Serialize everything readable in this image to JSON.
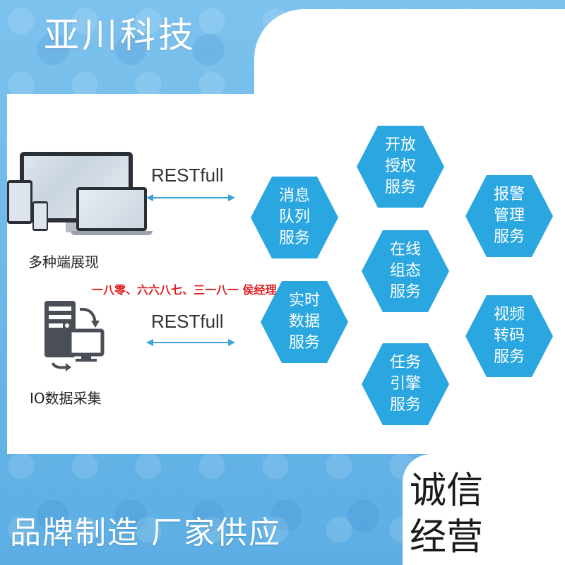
{
  "brand": {
    "name": "亚川科技"
  },
  "left": {
    "devices_label": "多种端展现",
    "io_label": "IO数据采集",
    "rest_top": "RESTfull",
    "rest_bottom": "RESTfull"
  },
  "contact": "一八零、六六八七、三一八一 侯经理",
  "services": [
    {
      "name": "open-auth",
      "lines": [
        "开放",
        "授权",
        "服务"
      ]
    },
    {
      "name": "message-queue",
      "lines": [
        "消息",
        "队列",
        "服务"
      ]
    },
    {
      "name": "alarm-manage",
      "lines": [
        "报警",
        "管理",
        "服务"
      ]
    },
    {
      "name": "online-config",
      "lines": [
        "在线",
        "组态",
        "服务"
      ]
    },
    {
      "name": "realtime-data",
      "lines": [
        "实时",
        "数据",
        "服务"
      ]
    },
    {
      "name": "video-transcode",
      "lines": [
        "视频",
        "转码",
        "服务"
      ]
    },
    {
      "name": "task-engine",
      "lines": [
        "任务",
        "引擎",
        "服务"
      ]
    }
  ],
  "slogans": {
    "left": "品牌制造  厂家供应",
    "right_line1": "诚信",
    "right_line2": "经营"
  },
  "colors": {
    "hex_fill": "#2aa6e0",
    "arrow": "#3aa3d8",
    "background": "#6fb8e8"
  },
  "icons": {
    "devices": "multi-device-icon",
    "io": "server-sync-icon"
  }
}
